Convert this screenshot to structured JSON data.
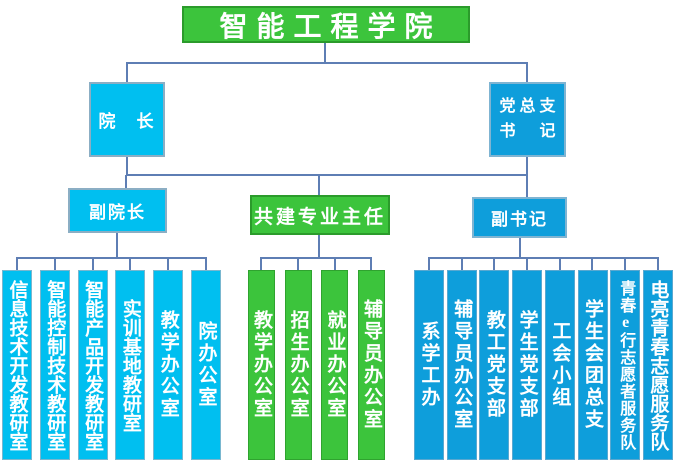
{
  "org": {
    "root": "智能工程学院",
    "dean": "院　长",
    "secretary_line1": "党总支",
    "secretary_line2": "书　记",
    "vice_dean": "副院长",
    "joint_director": "共建专业主任",
    "vice_secretary": "副书记",
    "dean_offices": [
      "信息技术开发教研室",
      "智能控制技术教研室",
      "智能产品开发教研室",
      "实训基地教研室",
      "教学办公室",
      "院办公室"
    ],
    "joint_offices": [
      "教学办公室",
      "招生办公室",
      "就业办公室",
      "辅导员办公室"
    ],
    "party_offices": [
      "系学工办",
      "辅导员办公室",
      "教工党支部",
      "学生党支部",
      "工会小组",
      "学生会团总支",
      "青春e行志愿者服务队",
      "电亮青春志愿服务队"
    ]
  },
  "colors": {
    "green": "#3CC43C",
    "cyan": "#00BFF0",
    "blue": "#0E9EDB",
    "line": "#5E7EB4"
  }
}
